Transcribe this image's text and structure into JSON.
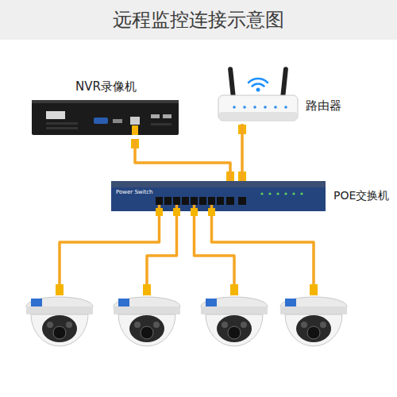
{
  "diagram": {
    "title": "远程监控连接示意图",
    "nodes": [
      {
        "text": [
          "NVR录像机"
        ]
      },
      {
        "text": [
          "路由器"
        ]
      },
      {
        "text": [
          "Power Switch",
          "POE交换机"
        ]
      }
    ],
    "edges": [
      {
        "from": 0,
        "to": 2,
        "arrow": "none"
      },
      {
        "from": 1,
        "to": 2,
        "arrow": "none"
      }
    ]
  }
}
